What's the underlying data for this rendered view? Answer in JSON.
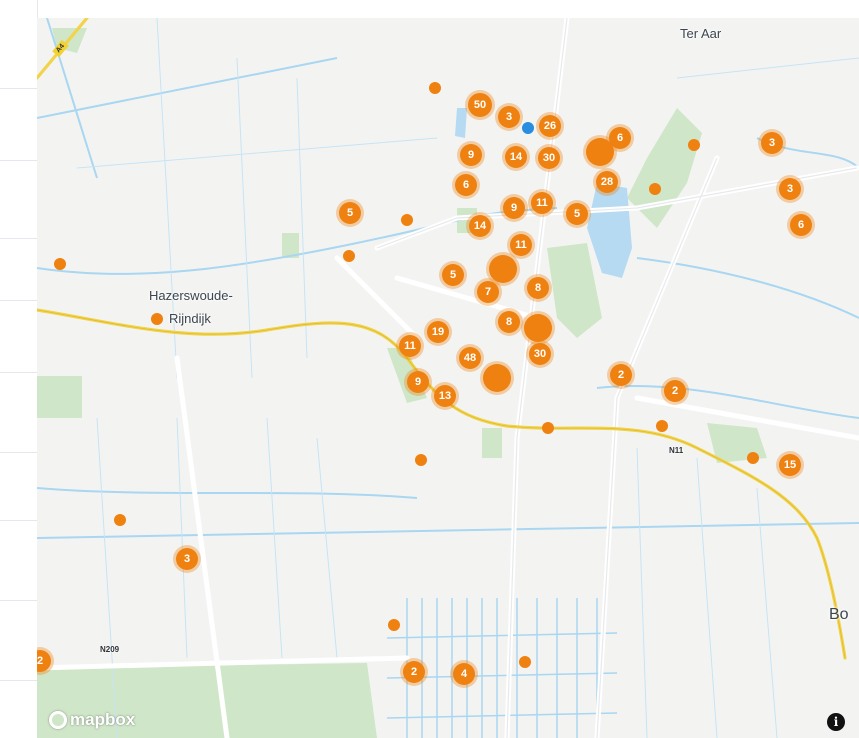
{
  "map": {
    "places": {
      "ter_aar": "Ter Aar",
      "hazerswoude": "Hazerswoude-",
      "rijndijk": "Rijndijk",
      "bo": "Bo"
    },
    "roads": {
      "a4": "A4",
      "n11": "N11",
      "n209": "N209"
    },
    "attribution": "mapbox",
    "info_symbol": "i",
    "clusters": [
      "50",
      "3",
      "26",
      "6",
      "9",
      "14",
      "30",
      "6",
      "28",
      "3",
      "3",
      "5",
      "9",
      "11",
      "5",
      "6",
      "14",
      "11",
      "5",
      "7",
      "8",
      "8",
      "30",
      "11",
      "19",
      "48",
      "9",
      "13",
      "2",
      "2",
      "15",
      "3",
      "2",
      "4",
      "2"
    ]
  }
}
